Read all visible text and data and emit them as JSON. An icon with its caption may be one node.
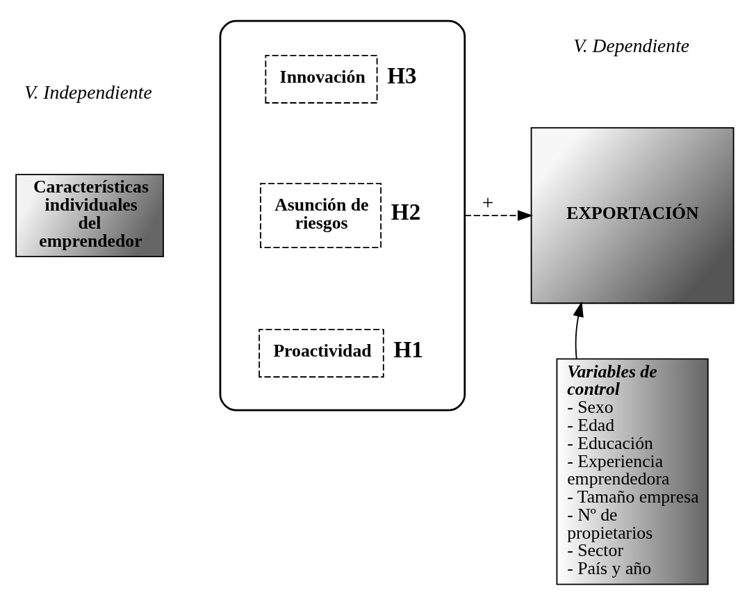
{
  "diagram": {
    "nodes": [
      {
        "text": [
          "Características individuales del emprendedor"
        ]
      },
      {
        "text": [],
        "shape": "bracket"
      },
      {
        "text": [
          "Proactividad"
        ],
        "in": 1,
        "beside": [
          "H1"
        ]
      },
      {
        "text": [
          "Asunción de riesgos"
        ],
        "in": 1,
        "beside": [
          "H2"
        ]
      },
      {
        "text": [
          "Innovación"
        ],
        "in": 1,
        "beside": [
          "H3"
        ]
      },
      {
        "text": [
          "EXPORTACIÓN"
        ]
      },
      {
        "text": [
          "Variables de control",
          "- Sexo",
          "- Edad",
          "- Educación",
          "- Experiencia emprendedora",
          "- Tamaño empresa",
          "- Nº de propietarios",
          "- Sector",
          "- País y año"
        ]
      }
    ],
    "edges": [
      {
        "from": 1,
        "to": 5,
        "arrow": "to",
        "label": "+",
        "style": "dashed"
      },
      {
        "from": 6,
        "to": 5,
        "arrow": "to"
      }
    ],
    "labels": [
      "V. Independiente",
      "V. Dependiente"
    ]
  }
}
